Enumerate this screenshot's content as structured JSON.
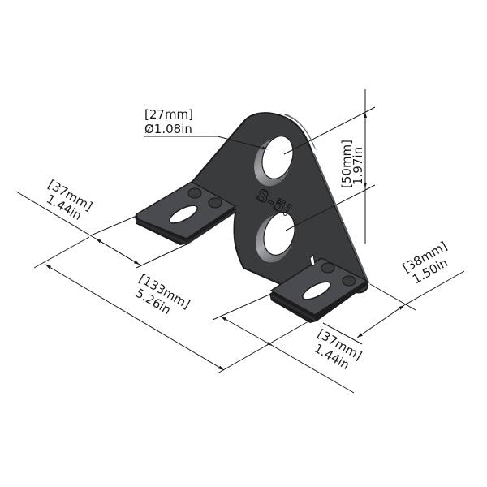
{
  "drawing": {
    "subject": "Bracket with two holes and two slotted mounting feet",
    "logo_text": "S-5!",
    "colors": {
      "background": "#ffffff",
      "part_body": "#3a3b3d",
      "part_edge": "#1c1c1e",
      "part_face_light": "#4a4b4e",
      "hole_bevel": "#8a8c90",
      "dimension_lines": "#1a1a1a"
    }
  },
  "dimensions": {
    "hole_diameter": {
      "mm": "[27mm]",
      "in": "Ø1.08in"
    },
    "hole_spacing": {
      "mm": "[50mm]",
      "in": "1.97in"
    },
    "foot_width_left": {
      "mm": "[37mm]",
      "in": "1.44in"
    },
    "overall_width": {
      "mm": "[133mm]",
      "in": "5.26in"
    },
    "foot_depth": {
      "mm": "[38mm]",
      "in": "1.50in"
    },
    "foot_width_right": {
      "mm": "[37mm]",
      "in": "1.44in"
    }
  }
}
